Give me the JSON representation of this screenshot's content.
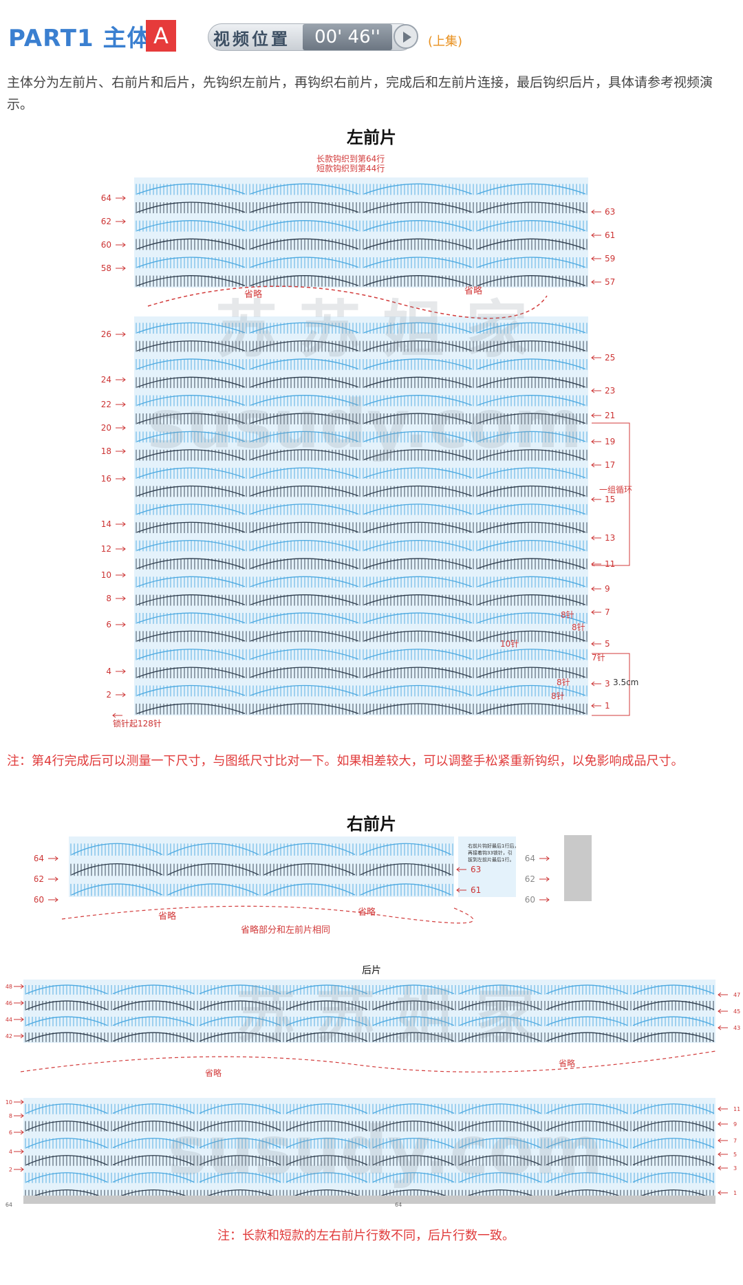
{
  "header": {
    "part_title": "PART1 主体",
    "part_badge": "A",
    "video_label": "视频位置",
    "video_time": "00' 46''",
    "episode": "(上集)"
  },
  "intro": "主体分为左前片、右前片和后片，先钩织左前片，再钩织右前片，完成后和左前片连接，最后钩织后片，具体请参考视频演示。",
  "left_front": {
    "title": "左前片",
    "top_note_1": "长款钩织到第64行",
    "top_note_2": "短款钩织到第44行",
    "left_rows": [
      "64",
      "62",
      "60",
      "58",
      "26",
      "24",
      "22",
      "20",
      "18",
      "16",
      "14",
      "12",
      "10",
      "8",
      "6",
      "4",
      "2"
    ],
    "right_rows": [
      "63",
      "61",
      "59",
      "57",
      "25",
      "23",
      "21",
      "19",
      "17",
      "15",
      "13",
      "11",
      "9",
      "7",
      "5",
      "3",
      "1"
    ],
    "omit_label": "省略",
    "cycle_label": "一组循环",
    "size_label": "3.5cm",
    "stitch_labels": [
      "8针",
      "8针",
      "10针",
      "7针",
      "8针",
      "8针"
    ],
    "foundation": "锁针起128针",
    "note": "注：第4行完成后可以测量一下尺寸，与图纸尺寸比对一下。如果相差较大，可以调整手松紧重新钩织，以免影响成品尺寸。"
  },
  "right_front": {
    "title": "右前片",
    "left_rows": [
      "64",
      "62",
      "60"
    ],
    "right_rows": [
      "63",
      "61"
    ],
    "side_rows": [
      "64",
      "62",
      "60"
    ],
    "omit_label": "省略",
    "omit_note": "省略部分和左前片相同",
    "join_note": "右前片钩好最后1行后，再接着钩33锁针，引拔到左前片最后1行。"
  },
  "back": {
    "title": "后片",
    "left_rows": [
      "48",
      "46",
      "44",
      "42",
      "10",
      "8",
      "6",
      "4",
      "2"
    ],
    "right_rows": [
      "47",
      "45",
      "43",
      "11",
      "9",
      "7",
      "5",
      "3",
      "1"
    ],
    "bottom_rows": [
      "64",
      "64"
    ],
    "omit_label": "省略",
    "note": "注：长款和短款的左右前片行数不同，后片行数一致。"
  },
  "watermark": {
    "cn": "苏 苏 姐 家",
    "en": "susudy.com"
  },
  "colors": {
    "brand_blue": "#3a7fd0",
    "accent_red": "#e63b3b",
    "chart_bg": "#e4f2fb",
    "stitch_blue": "#4aa8e0",
    "stitch_dark": "#2b3a4a"
  }
}
